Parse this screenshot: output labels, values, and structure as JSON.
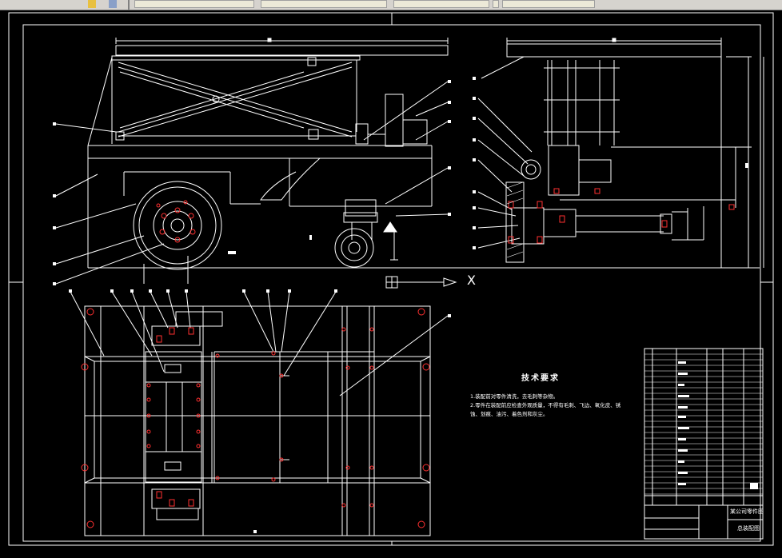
{
  "toolbar": {
    "items": [
      "",
      "",
      "",
      "",
      ""
    ]
  },
  "drawing": {
    "axis_label": "X"
  },
  "technical_requirements": {
    "title": "技术要求",
    "lines": [
      "1.装配前对零件清洗，去毛刺等杂物。",
      "2.零件在装配前应检查外观质量，不得有毛刺、飞边、氧化皮、锈",
      "蚀、划痕、油污、着色剂和灰尘。"
    ]
  },
  "title_block": {
    "drawing_title": "某公司零件图",
    "drawing_name": "总装配图"
  },
  "colors": {
    "background": "#000000",
    "lines": "#ffffff",
    "dimension_marks": "#ff3030",
    "toolbar": "#d6d3ce"
  }
}
